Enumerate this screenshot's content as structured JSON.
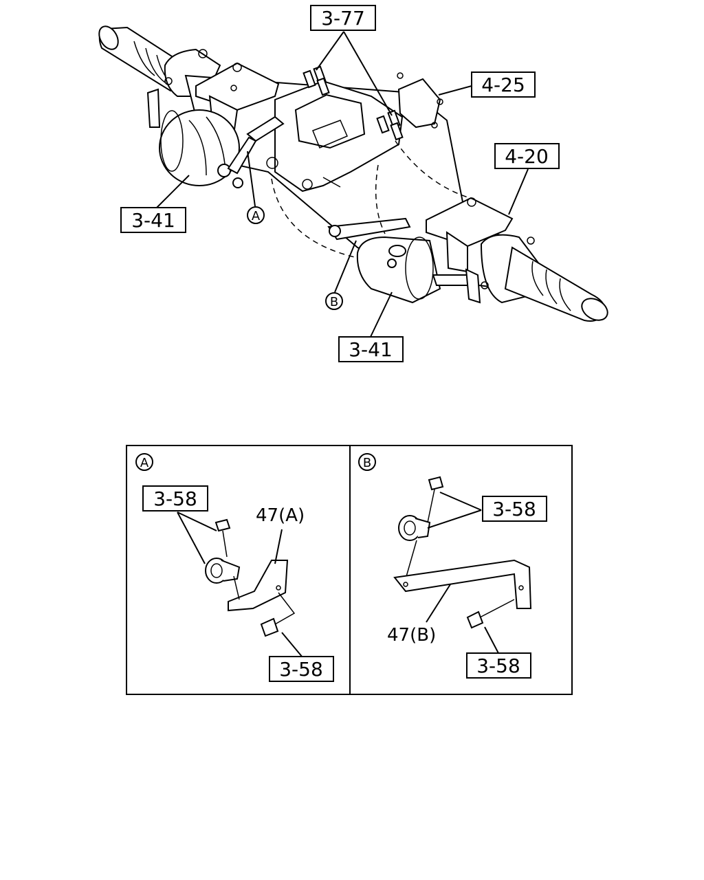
{
  "references": {
    "ref_3_77": "3-77",
    "ref_4_25": "4-25",
    "ref_4_20": "4-20",
    "ref_3_41_left": "3-41",
    "ref_3_41_bottom": "3-41",
    "detail_a_ref_3_58_top": "3-58",
    "detail_a_ref_3_58_bottom": "3-58",
    "detail_b_ref_3_58_top": "3-58",
    "detail_b_ref_3_58_bottom": "3-58"
  },
  "callouts": {
    "a_main": "A",
    "b_main": "B",
    "a_panel": "A",
    "b_panel": "B"
  },
  "part_labels": {
    "bracket_a": "47(A)",
    "bracket_b": "47(B)"
  }
}
